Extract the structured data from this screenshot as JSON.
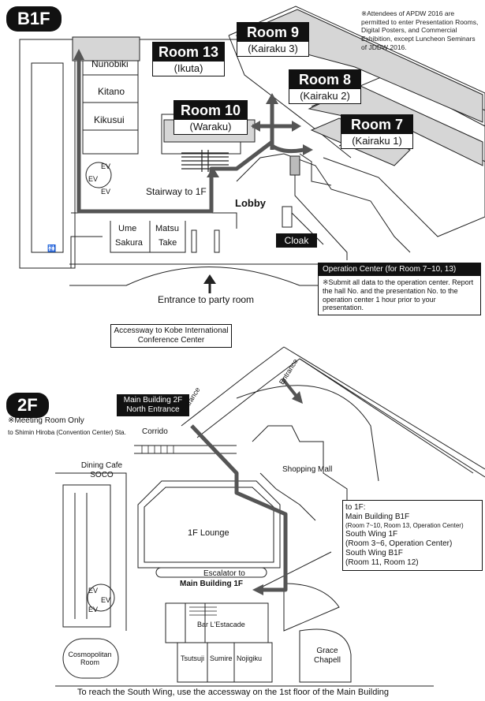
{
  "b1f": {
    "floor_label": "B1F",
    "note": "※Attendees of APDW 2016 are permitted to enter Presentation Rooms, Digital Posters, and Commercial Exhibition, except Luncheon Seminars of JDDW 2016.",
    "rooms": [
      {
        "title": "Room 9",
        "sub": "(Kairaku 3)"
      },
      {
        "title": "Room 13",
        "sub": "(Ikuta)"
      },
      {
        "title": "Room 8",
        "sub": "(Kairaku 2)"
      },
      {
        "title": "Room 10",
        "sub": "(Waraku)"
      },
      {
        "title": "Room 7",
        "sub": "(Kairaku 1)"
      }
    ],
    "small_rooms": [
      "Nunobiki",
      "Kitano",
      "Kikusui"
    ],
    "ev": "EV",
    "stairway": "Stairway to 1F",
    "lobby": "Lobby",
    "ume": "Ume",
    "sakura": "Sakura",
    "matsu": "Matsu",
    "take": "Take",
    "cloak": "Cloak",
    "entrance": "Entrance to party room",
    "operation_center": {
      "title": "Operation Center (for Room 7~10, 13)",
      "body": "※Submit all data to the operation center. Report the hall No. and the presentation No. to the operation center 1 hour prior to your presentation."
    }
  },
  "f2": {
    "floor_label": "2F",
    "accessway": "Accessway to Kobe International Conference Center",
    "main_building_entrance": "Main Building 2F North Entrance",
    "meeting_only": "※Meeting Room Only",
    "to_shimin": "to Shimin Hiroba (Convention Center) Sta.",
    "corrido": "Corrido",
    "entrance_1": "Entrance",
    "entrance_2": "Entrance",
    "dining": "Dining Cafe SOCO",
    "shopping": "Shopping Mall",
    "lounge": "1F Lounge",
    "escalator": "Escalator to",
    "escalator_dest": "Main Building 1F",
    "bar": "Bar L'Estacade",
    "cosmo": "Cosmopolitan Room",
    "tsutsuji": "Tsutsuji",
    "sumire": "Sumire",
    "nojigiku": "Nojigiku",
    "grace": "Grace Chapell",
    "ev": "EV",
    "to_1f_lines": [
      "to 1F:",
      "Main Building B1F",
      "(Room 7~10, Room 13, Operation Center)",
      "South Wing 1F",
      "(Room 3~6, Operation Center)",
      "South Wing B1F",
      "(Room 11, Room 12)"
    ],
    "footer": "To reach the South Wing, use the accessway on the 1st floor of the Main Building"
  },
  "colors": {
    "route": "#555555",
    "room_fill": "#d6d6d6",
    "dark": "#111111"
  }
}
